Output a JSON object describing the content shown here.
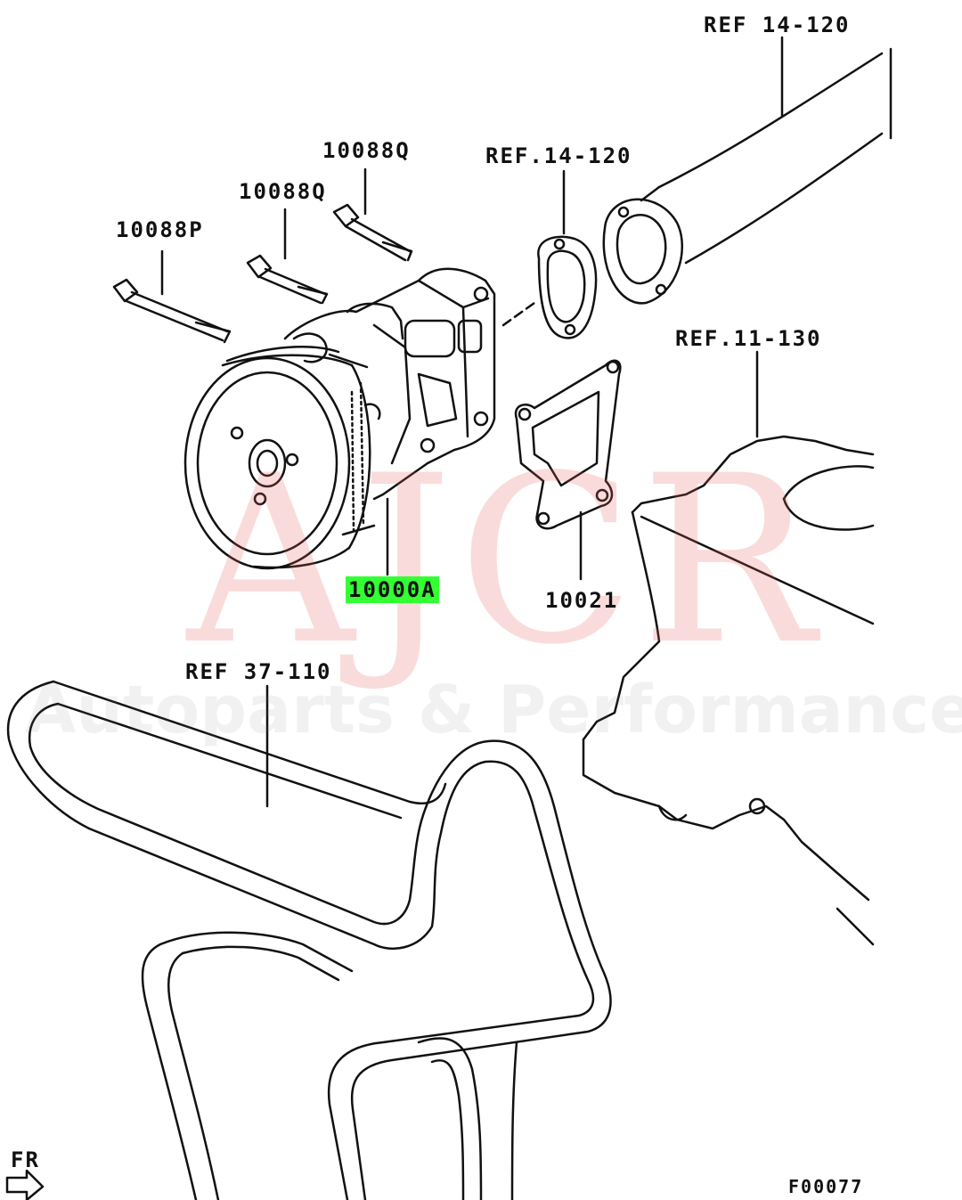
{
  "labels": {
    "ref_top_right": "REF 14-120",
    "ref_gasket": "REF.14-120",
    "ref_block": "REF.11-130",
    "ref_belt": "REF 37-110",
    "bolt_top": "10088Q",
    "bolt_mid": "10088Q",
    "bolt_left": "10088P",
    "pump": "10000A",
    "gasket": "10021",
    "front": "FR",
    "figure_code": "F00077"
  },
  "watermark": {
    "brand": "AJCR",
    "tagline": "Autoparts & Performance"
  },
  "colors": {
    "line": "#111111",
    "highlight": "#33ff33",
    "watermark_brand": "#e65a5a"
  }
}
